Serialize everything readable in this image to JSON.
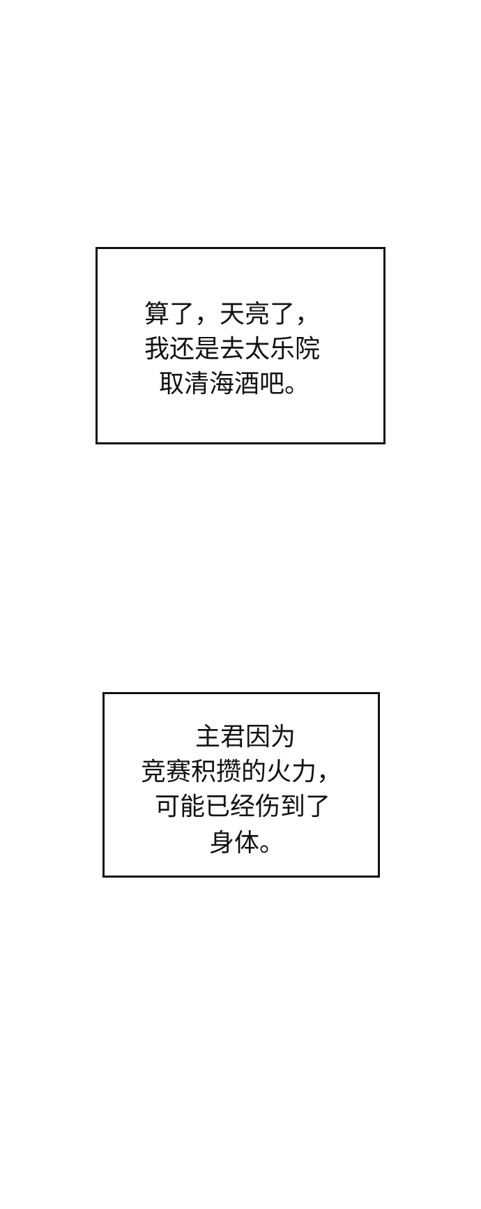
{
  "captions": [
    {
      "lines": [
        "算了，天亮了，",
        "我还是去太乐院",
        "取清海酒吧。"
      ]
    },
    {
      "lines": [
        "主君因为",
        "竞赛积攒的火力，",
        "可能已经伤到了",
        "身体。"
      ]
    }
  ],
  "colors": {
    "background": "#ffffff",
    "border": "#111111",
    "text": "#111111"
  }
}
